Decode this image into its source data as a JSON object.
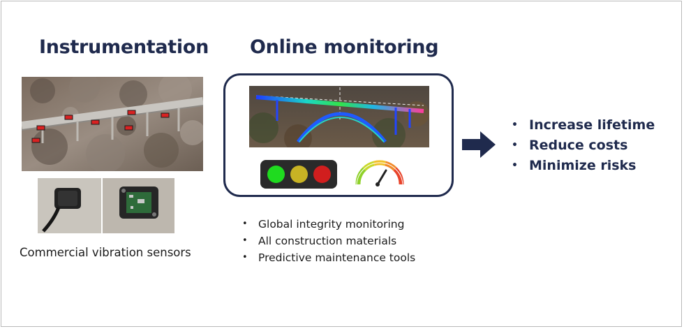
{
  "slide": {
    "instrumentation_heading": "Instrumentation",
    "online_heading": "Online monitoring",
    "sensor_caption": "Commercial vibration sensors",
    "monitoring_features": [
      "Global integrity monitoring",
      "All construction materials",
      "Predictive maintenance tools"
    ],
    "benefits": [
      "Increase lifetime",
      "Reduce costs",
      "Minimize risks"
    ]
  },
  "colors": {
    "navy": "#1f2a4d",
    "lamp_green": "#1fdb1f",
    "lamp_yellow": "#c8b324",
    "lamp_red": "#d11e1e"
  },
  "icons": [
    "traffic-light-icon",
    "gauge-icon",
    "right-arrow-icon"
  ]
}
